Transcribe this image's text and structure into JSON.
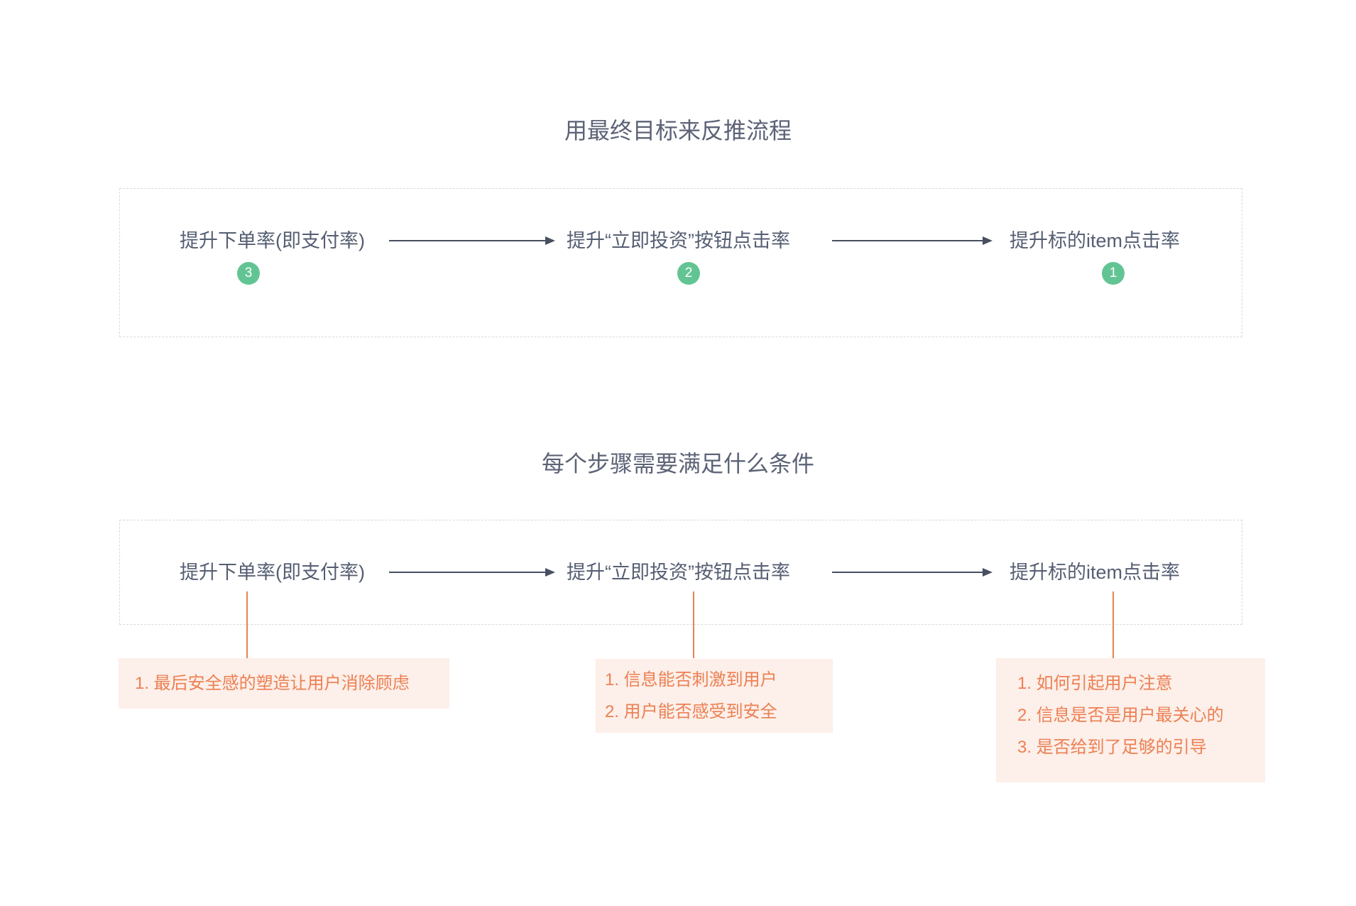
{
  "colors": {
    "background": "#ffffff",
    "title_text": "#5c6376",
    "node_text": "#555e72",
    "arrow": "#484f61",
    "badge_background": "#63c493",
    "badge_text": "#ffffff",
    "dashed_border": "#d9d9d9",
    "accent_orange": "#ec8054",
    "note_background": "#fdefe9"
  },
  "section_goal": {
    "title": "用最终目标来反推流程",
    "nodes": [
      {
        "label": "提升下单率(即支付率)",
        "badge": "3"
      },
      {
        "label": "提升“立即投资”按钮点击率",
        "badge": "2"
      },
      {
        "label": "提升标的item点击率",
        "badge": "1"
      }
    ]
  },
  "section_conditions": {
    "title": "每个步骤需要满足什么条件",
    "nodes": [
      {
        "label": "提升下单率(即支付率)",
        "notes": [
          "1. 最后安全感的塑造让用户消除顾虑"
        ]
      },
      {
        "label": "提升“立即投资”按钮点击率",
        "notes": [
          "1. 信息能否刺激到用户",
          "2. 用户能否感受到安全"
        ]
      },
      {
        "label": "提升标的item点击率",
        "notes": [
          "1. 如何引起用户注意",
          "2. 信息是否是用户最关心的",
          "3. 是否给到了足够的引导"
        ]
      }
    ]
  }
}
